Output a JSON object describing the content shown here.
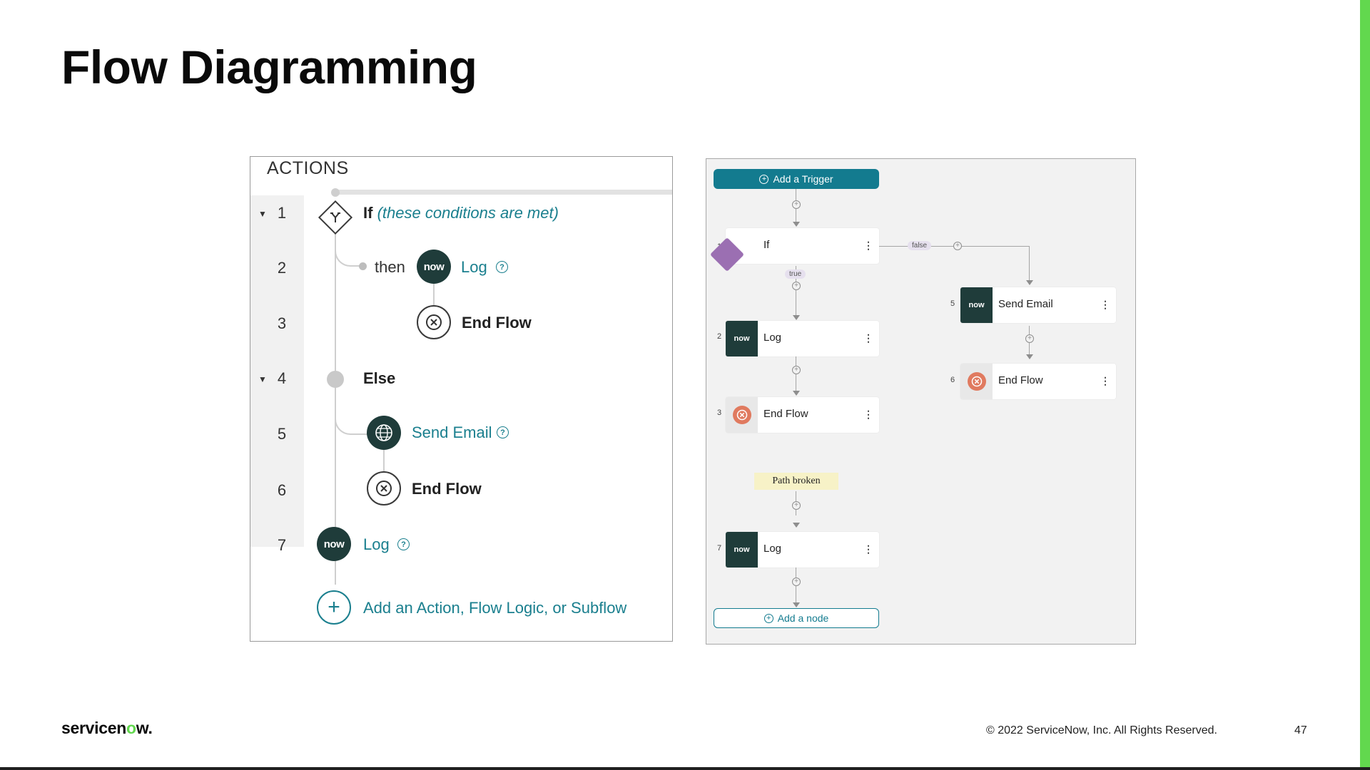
{
  "slide": {
    "title": "Flow Diagramming",
    "page_number": "47"
  },
  "footer": {
    "logo_prefix": "servicen",
    "logo_o": "o",
    "logo_suffix": "w.",
    "copyright": "© 2022 ServiceNow, Inc. All Rights Reserved."
  },
  "actions": {
    "header": "ACTIONS",
    "now_badge": "now",
    "help_glyph": "?",
    "add_glyph": "+",
    "row_numbers": [
      "1",
      "2",
      "3",
      "4",
      "5",
      "6",
      "7"
    ],
    "if_label": "If",
    "if_condition_open": "(",
    "if_condition": "these conditions are met",
    "if_condition_close": ")",
    "then_label": "then",
    "log_label": "Log",
    "end_flow_label": "End Flow",
    "else_label": "Else",
    "send_email_label": "Send Email",
    "add_label": "Add an Action, Flow Logic, or Subflow",
    "colors": {
      "link": "#1a7f8e",
      "badge": "#1f3c3a"
    },
    "icons": [
      "collapse-caret-icon",
      "branch-icon",
      "now-logo-icon",
      "help-icon",
      "end-flow-icon",
      "globe-icon",
      "add-icon"
    ]
  },
  "flow": {
    "add_trigger": "Add a Trigger",
    "add_node": "Add a node",
    "plus_glyph": "+",
    "now_badge": "now",
    "kebab": "⋮",
    "false_label": "false",
    "true_label": "true",
    "path_broken": "Path broken",
    "nodes": [
      {
        "num": "1",
        "label": "If"
      },
      {
        "num": "2",
        "label": "Log"
      },
      {
        "num": "3",
        "label": "End Flow"
      },
      {
        "num": "5",
        "label": "Send Email"
      },
      {
        "num": "6",
        "label": "End Flow"
      },
      {
        "num": "7",
        "label": "Log"
      }
    ],
    "colors": {
      "trigger": "#137b8f",
      "if_node": "#9b6fb2",
      "end_node": "#e07a5f",
      "path_broken_bg": "#f7f2c7"
    }
  },
  "theme": {
    "accent_green": "#62d84e"
  }
}
